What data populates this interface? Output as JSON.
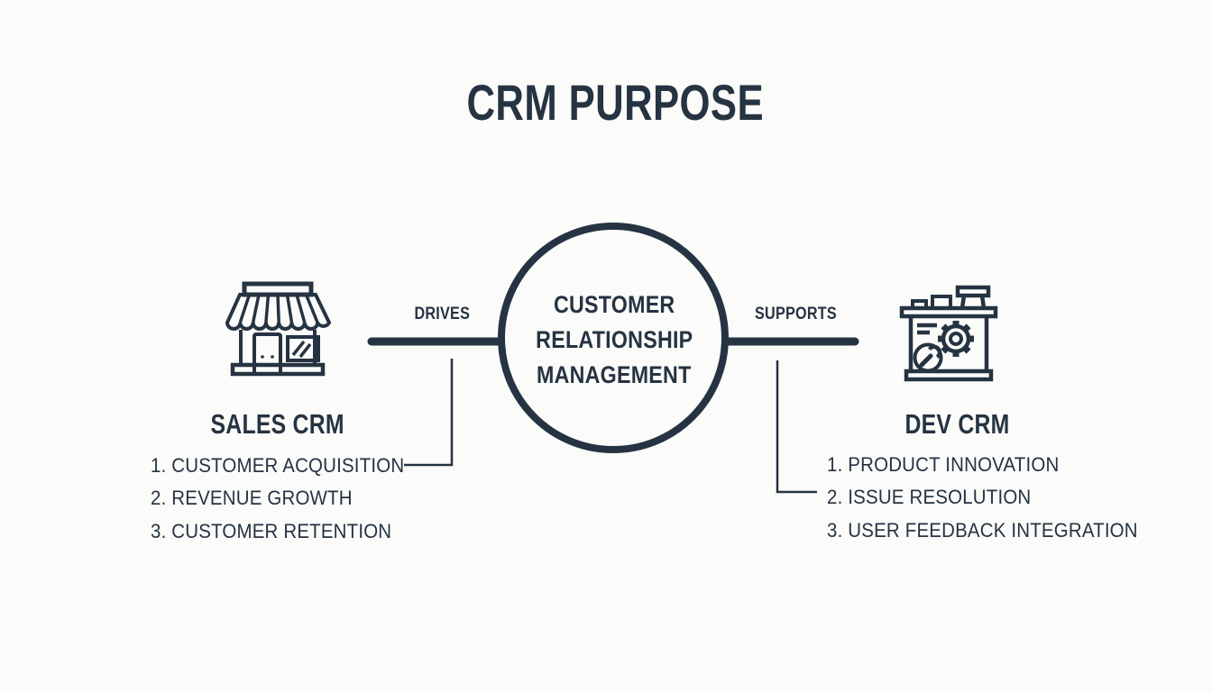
{
  "title": "CRM PURPOSE",
  "center_node": {
    "lines": [
      "CUSTOMER",
      "RELATIONSHIP",
      "MANAGEMENT"
    ]
  },
  "left_branch": {
    "connector_label": "DRIVES",
    "heading": "SALES CRM",
    "icon": "storefront-icon",
    "items": [
      "1. CUSTOMER ACQUISITION",
      "2. REVENUE GROWTH",
      "3. CUSTOMER RETENTION"
    ]
  },
  "right_branch": {
    "connector_label": "SUPPORTS",
    "heading": "DEV CRM",
    "icon": "workbench-gear-icon",
    "items": [
      "1. PRODUCT INNOVATION",
      "2. ISSUE RESOLUTION",
      "3. USER FEEDBACK INTEGRATION"
    ]
  },
  "colors": {
    "ink": "#253342",
    "background": "#fbfbf9"
  }
}
